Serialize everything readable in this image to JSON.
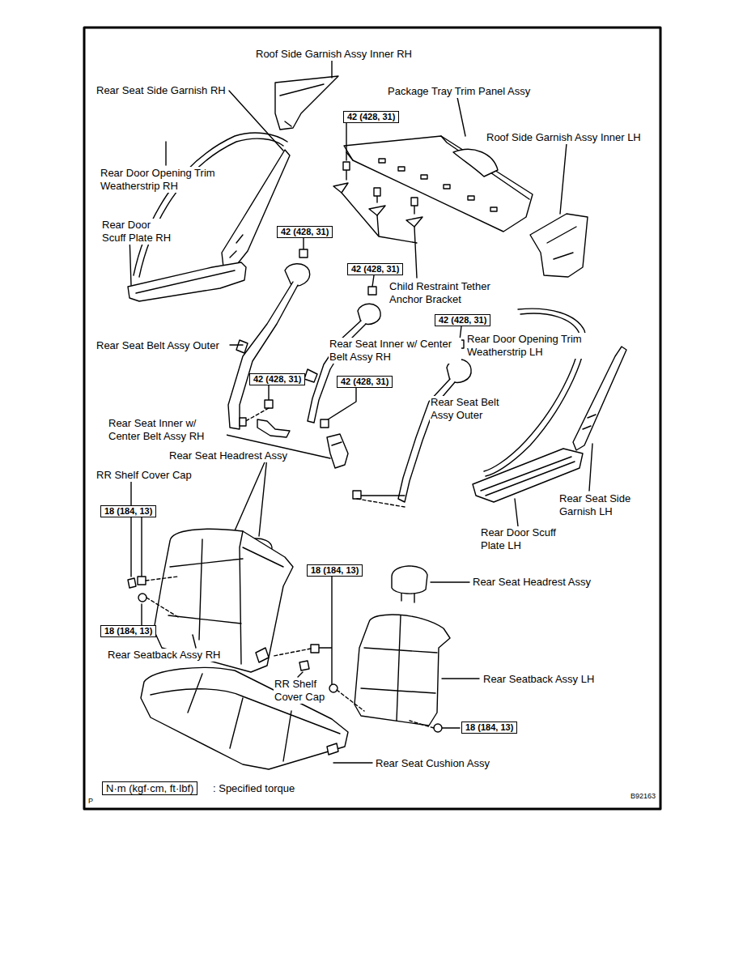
{
  "diagram": {
    "nodes": [
      {
        "text": [
          "42 (428, 31)"
        ]
      },
      {
        "text": [
          "42 (428, 31)"
        ]
      },
      {
        "text": [
          "42 (428, 31)"
        ]
      },
      {
        "text": [
          "42 (428, 31)"
        ]
      },
      {
        "text": [
          "42 (428, 31)"
        ]
      },
      {
        "text": [
          "42 (428, 31)"
        ]
      },
      {
        "text": [
          "18 (184, 13)"
        ]
      },
      {
        "text": [
          "18 (184, 13)"
        ]
      },
      {
        "text": [
          "18 (184, 13)"
        ]
      },
      {
        "text": [
          "18 (184, 13)"
        ]
      },
      {
        "text": [
          "N·m (kgf·cm, ft·lbf)"
        ]
      }
    ],
    "labels": [
      "Roof Side Garnish Assy Inner RH",
      "Rear Seat Side Garnish RH",
      "Package Tray Trim Panel Assy",
      "Roof Side Garnish Assy Inner LH",
      "Rear Door Opening Trim Weatherstrip RH",
      "Rear Door Scuff Plate RH",
      "Child Restraint Tether Anchor Bracket",
      "Rear Door Opening Trim Weatherstrip LH",
      "Rear Seat Belt Assy Outer",
      "Rear Seat Inner w/ Center Belt Assy RH",
      "Rear Seat Belt Assy Outer",
      "Rear Seat Inner w/ Center Belt Assy RH",
      "Rear Seat Headrest Assy",
      "RR Shelf Cover Cap",
      "Rear Seat Side Garnish LH",
      "Rear Door Scuff Plate LH",
      "Rear Seat Headrest Assy",
      "Rear Seatback Assy RH",
      "RR Shelf Cover Cap",
      "Rear Seatback Assy LH",
      "Rear Seat Cushion Assy",
      ": Specified torque",
      "P",
      "B92163"
    ]
  }
}
